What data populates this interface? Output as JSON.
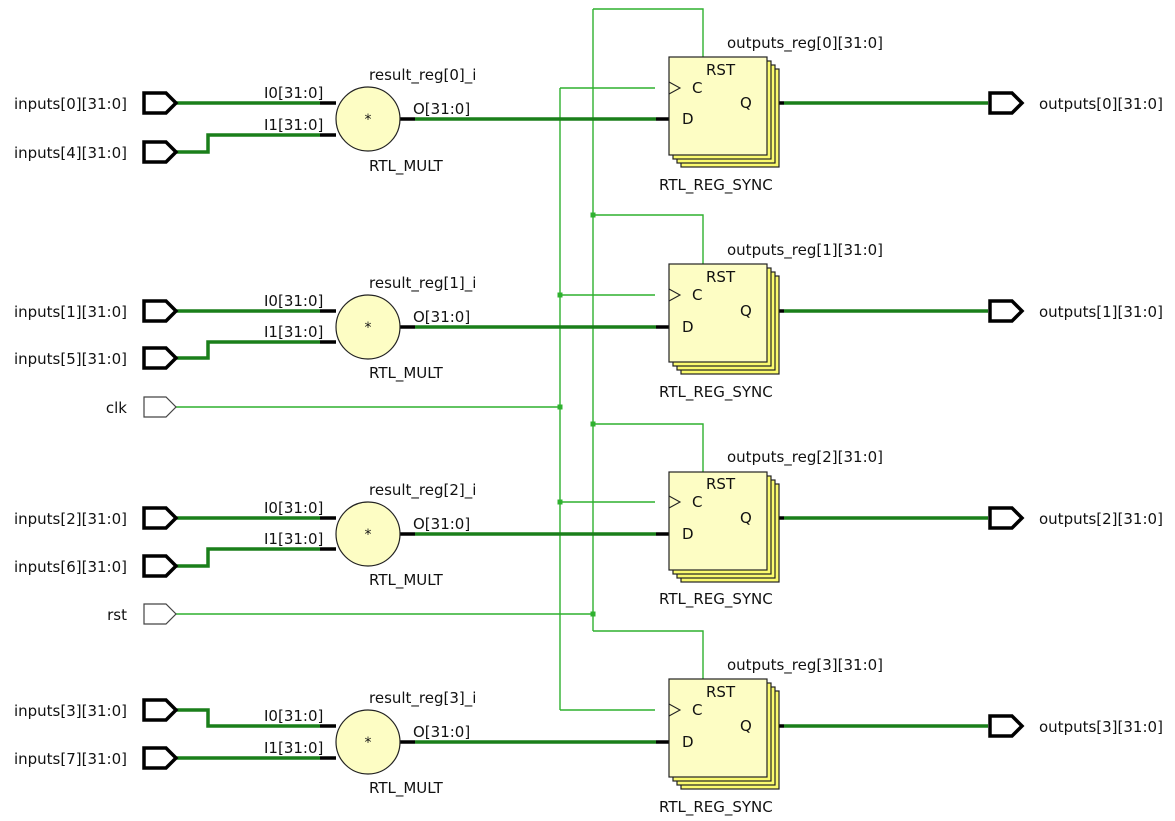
{
  "inputs_bus": [
    "inputs[0][31:0]",
    "inputs[4][31:0]",
    "inputs[1][31:0]",
    "inputs[5][31:0]",
    "inputs[2][31:0]",
    "inputs[6][31:0]",
    "inputs[3][31:0]",
    "inputs[7][31:0]"
  ],
  "clk_label": "clk",
  "rst_label": "rst",
  "multipliers": [
    {
      "instance": "result_reg[0]_i",
      "type": "RTL_MULT",
      "in0": "I0[31:0]",
      "in1": "I1[31:0]",
      "out": "O[31:0]",
      "op": "*"
    },
    {
      "instance": "result_reg[1]_i",
      "type": "RTL_MULT",
      "in0": "I0[31:0]",
      "in1": "I1[31:0]",
      "out": "O[31:0]",
      "op": "*"
    },
    {
      "instance": "result_reg[2]_i",
      "type": "RTL_MULT",
      "in0": "I0[31:0]",
      "in1": "I1[31:0]",
      "out": "O[31:0]",
      "op": "*"
    },
    {
      "instance": "result_reg[3]_i",
      "type": "RTL_MULT",
      "in0": "I0[31:0]",
      "in1": "I1[31:0]",
      "out": "O[31:0]",
      "op": "*"
    }
  ],
  "registers": [
    {
      "instance": "outputs_reg[0][31:0]",
      "type": "RTL_REG_SYNC",
      "rst": "RST",
      "c": "C",
      "d": "D",
      "q": "Q"
    },
    {
      "instance": "outputs_reg[1][31:0]",
      "type": "RTL_REG_SYNC",
      "rst": "RST",
      "c": "C",
      "d": "D",
      "q": "Q"
    },
    {
      "instance": "outputs_reg[2][31:0]",
      "type": "RTL_REG_SYNC",
      "rst": "RST",
      "c": "C",
      "d": "D",
      "q": "Q"
    },
    {
      "instance": "outputs_reg[3][31:0]",
      "type": "RTL_REG_SYNC",
      "rst": "RST",
      "c": "C",
      "d": "D",
      "q": "Q"
    }
  ],
  "outputs": [
    "outputs[0][31:0]",
    "outputs[1][31:0]",
    "outputs[2][31:0]",
    "outputs[3][31:0]"
  ],
  "colors": {
    "bus": "#1a7f1a",
    "wire": "#2fb12f",
    "cell_fill": "#fdfdc4",
    "cell_stack": "#fafa6e"
  }
}
